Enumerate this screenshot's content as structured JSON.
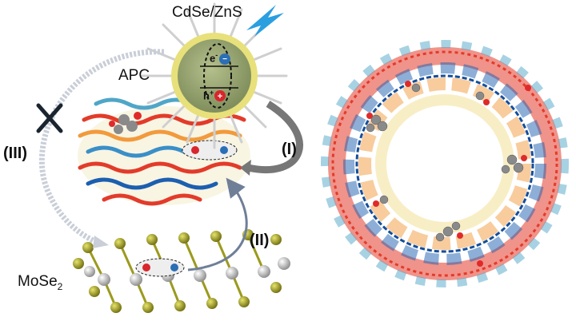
{
  "labels": {
    "quantum_dot": "CdSe/ZnS",
    "protein": "APC",
    "pathway_1": "(I)",
    "pathway_2": "(II)",
    "pathway_3": "(III)",
    "substrate_main": "MoSe",
    "substrate_sub": "2",
    "electron": "e",
    "electron_sup": "-",
    "hole": "h",
    "hole_sup": "+"
  },
  "colors": {
    "qd_shell": "#e8e07a",
    "qd_core": "#9aa874",
    "arrow": "#7a7a7a",
    "electron": "#2a6fb5",
    "hole": "#d8262c",
    "mose2_se": "#9c9a1e",
    "mose2_mo": "#c8c8c8",
    "lightning": "#2a9fe0"
  }
}
